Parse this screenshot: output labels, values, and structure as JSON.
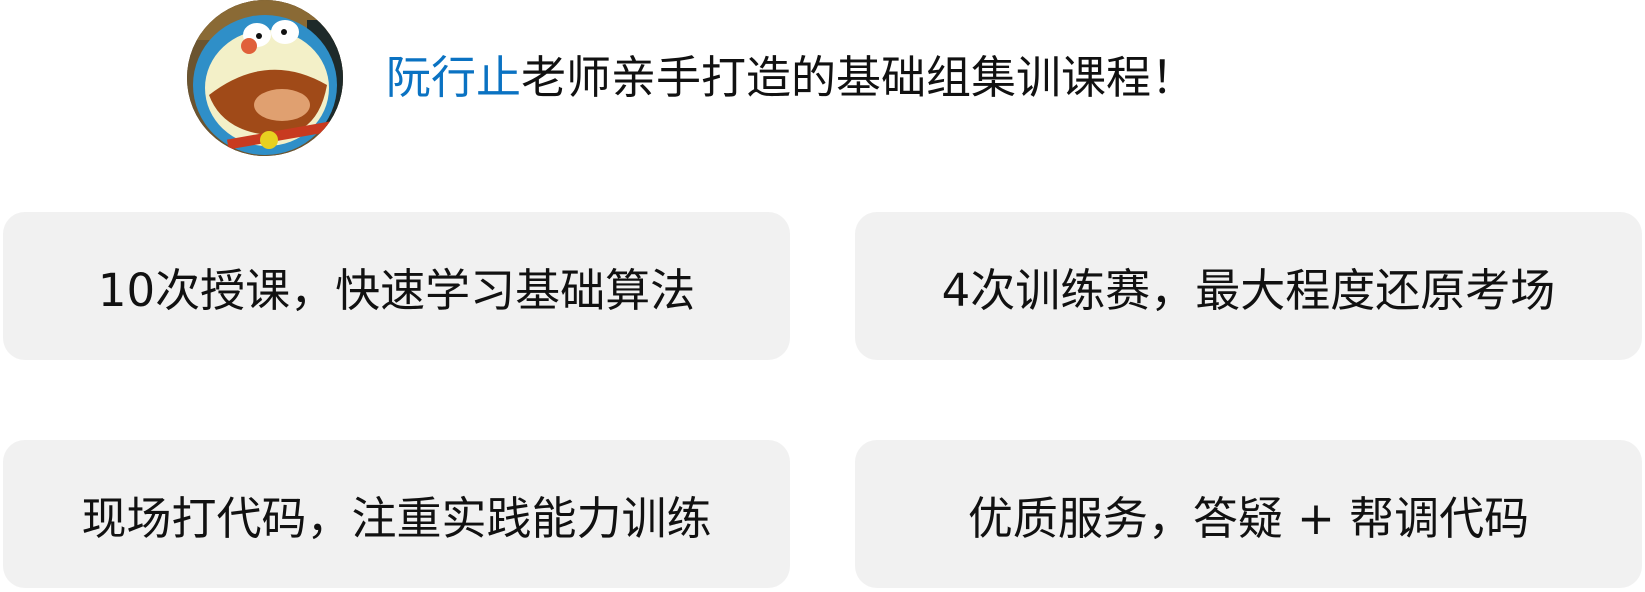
{
  "header": {
    "avatar_icon": "doraemon-avatar",
    "teacher_name": "阮行止",
    "title_rest": "老师亲手打造的基础组集训课程！"
  },
  "features": [
    {
      "label": "10次授课，快速学习基础算法"
    },
    {
      "label": "4次训练赛，最大程度还原考场"
    },
    {
      "label": "现场打代码，注重实践能力训练"
    },
    {
      "label": "优质服务，答疑 + 帮调代码"
    }
  ],
  "colors": {
    "accent": "#0a72c2",
    "card_bg": "#f1f1f1"
  }
}
